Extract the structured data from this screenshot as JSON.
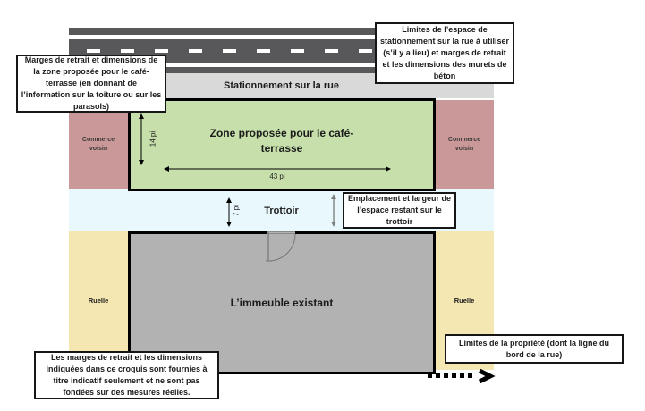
{
  "diagram": {
    "road": {
      "color": "#58585b",
      "line_color": "#ffffff"
    },
    "street_parking": {
      "label": "Stationnement sur la rue",
      "color": "#d9d9d9"
    },
    "terrace_zone": {
      "label": "Zone proposée pour le café-terrasse",
      "color": "#c7e0ab",
      "depth_label": "14 pi",
      "width_label": "43 pi"
    },
    "neighbor_business": {
      "label": "Commerce voisin",
      "color": "#ca9898"
    },
    "sidewalk": {
      "label": "Trottoir",
      "color": "#e9f8fc",
      "width_label": "7 pi"
    },
    "alley": {
      "label": "Ruelle",
      "color": "#f5e7b2"
    },
    "building": {
      "label": "L’immeuble existant",
      "color": "#b2b2b2"
    }
  },
  "callouts": [
    {
      "id": "terrace-margins",
      "text": "Marges de retrait et dimensions de la zone proposée pour le café-terrasse (en donnant de l’information sur la toiture ou sur les parasols)"
    },
    {
      "id": "parking-limits",
      "text": "Limites de l’espace de stationnement sur la rue à utiliser (s’il y a lieu) et marges de retrait et les dimensions des murets de béton"
    },
    {
      "id": "sidewalk-remaining",
      "text": "Emplacement et largeur de l’espace restant sur le trottoir"
    },
    {
      "id": "disclaimer",
      "text": "Les marges de retrait et les dimensions indiquées dans ce croquis sont fournies à titre indicatif seulement et ne sont pas fondées sur des mesures réelles."
    },
    {
      "id": "property-limits",
      "text": "Limites de la propriété (dont la ligne du bord de la rue)"
    }
  ]
}
